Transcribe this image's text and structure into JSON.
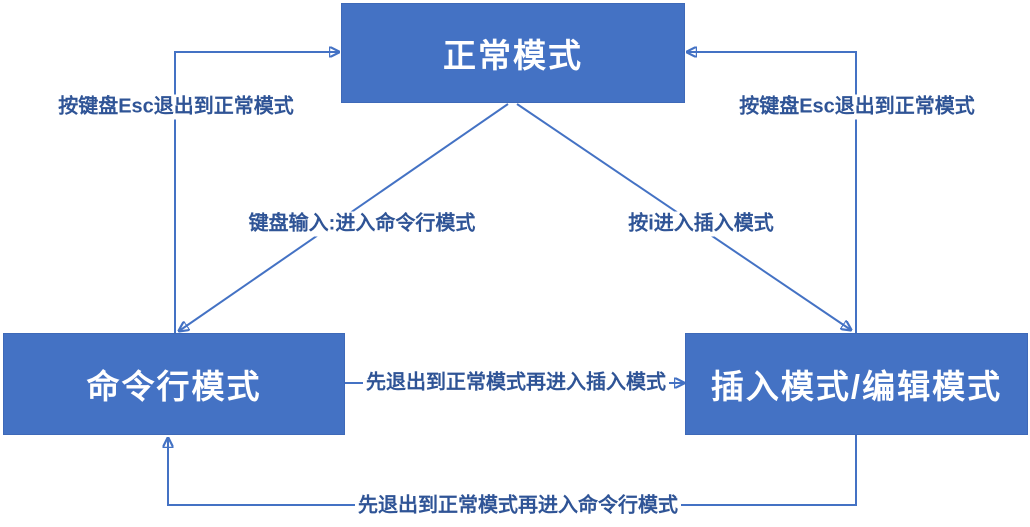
{
  "diagram": {
    "colors": {
      "node_fill": "#4472C4",
      "node_text": "#FFFFFF",
      "connector": "#4472C4",
      "label_text": "#2F5496",
      "background": "#FFFFFF"
    },
    "nodes": [
      {
        "id": "normal-mode",
        "label": "正常模式"
      },
      {
        "id": "command-mode",
        "label": "命令行模式"
      },
      {
        "id": "insert-mode",
        "label": "插入模式/编辑模式"
      }
    ],
    "connectors": [
      {
        "id": "esc-from-command",
        "from": "命令行模式",
        "to": "正常模式",
        "label": "按键盘Esc退出到正常模式"
      },
      {
        "id": "esc-from-insert",
        "from": "插入模式/编辑模式",
        "to": "正常模式",
        "label": "按键盘Esc退出到正常模式"
      },
      {
        "id": "enter-command",
        "from": "正常模式",
        "to": "命令行模式",
        "label": "键盘输入:进入命令行模式"
      },
      {
        "id": "enter-insert",
        "from": "正常模式",
        "to": "插入模式/编辑模式",
        "label": "按i进入插入模式"
      },
      {
        "id": "command-to-insert",
        "from": "命令行模式",
        "to": "插入模式/编辑模式",
        "label": "先退出到正常模式再进入插入模式"
      },
      {
        "id": "insert-to-command",
        "from": "插入模式/编辑模式",
        "to": "命令行模式",
        "label": "先退出到正常模式再进入命令行模式"
      }
    ]
  }
}
